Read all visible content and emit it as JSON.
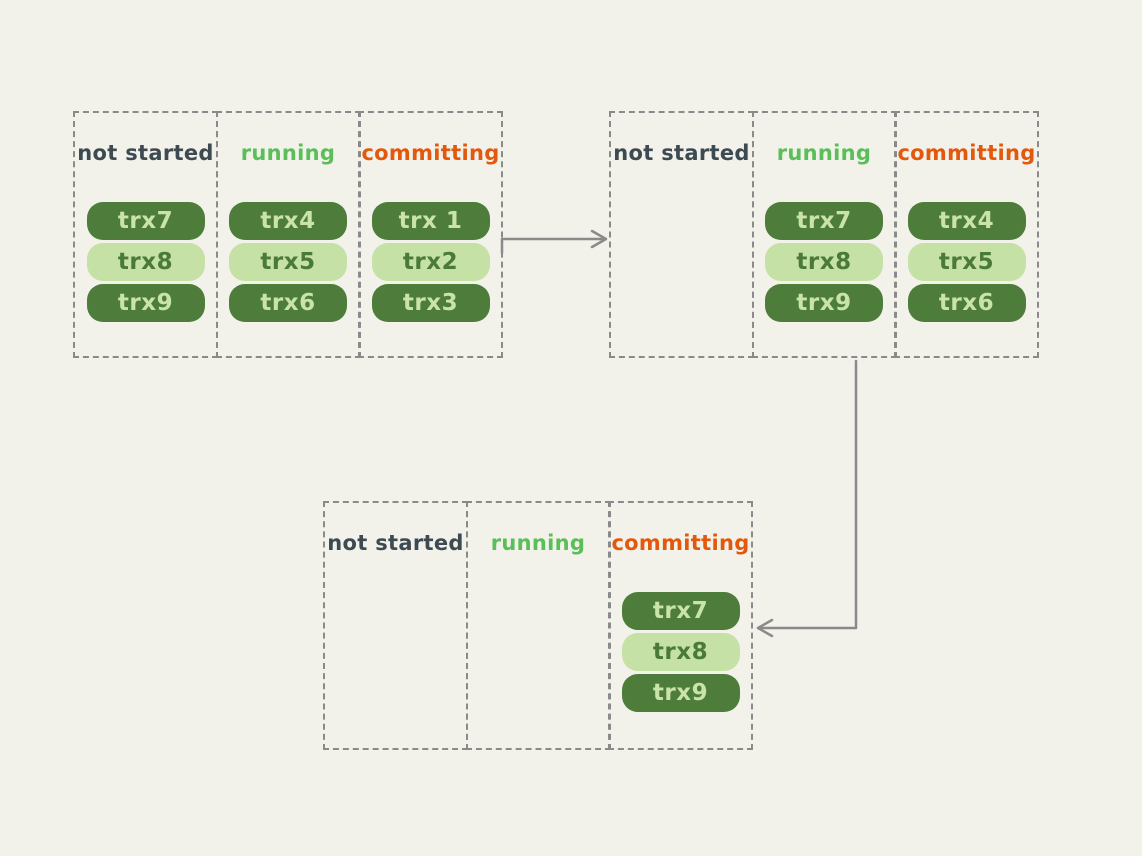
{
  "colors": {
    "canvas_bg": "#f2f1ea",
    "border_gray": "#8a8a8a",
    "arrow_gray": "#8a8a8a",
    "label_not_started": "#3d4a51",
    "label_running": "#5abf58",
    "label_committing": "#e2590e",
    "pill_dark": "#4e7d3b",
    "pill_light": "#c6e1a6",
    "pill_text_on_dark": "#c9e3a8",
    "pill_text_on_light": "#4a7a38"
  },
  "groups": [
    {
      "columns": [
        {
          "label": "not started",
          "pills": [
            "trx7",
            "trx8",
            "trx9"
          ]
        },
        {
          "label": "running",
          "pills": [
            "trx4",
            "trx5",
            "trx6"
          ]
        },
        {
          "label": "committing",
          "pills": [
            "trx 1",
            "trx2",
            "trx3"
          ]
        }
      ]
    },
    {
      "columns": [
        {
          "label": "not started",
          "pills": []
        },
        {
          "label": "running",
          "pills": [
            "trx7",
            "trx8",
            "trx9"
          ]
        },
        {
          "label": "committing",
          "pills": [
            "trx4",
            "trx5",
            "trx6"
          ]
        }
      ]
    },
    {
      "columns": [
        {
          "label": "not started",
          "pills": []
        },
        {
          "label": "running",
          "pills": []
        },
        {
          "label": "committing",
          "pills": [
            "trx7",
            "trx8",
            "trx9"
          ]
        }
      ]
    }
  ]
}
